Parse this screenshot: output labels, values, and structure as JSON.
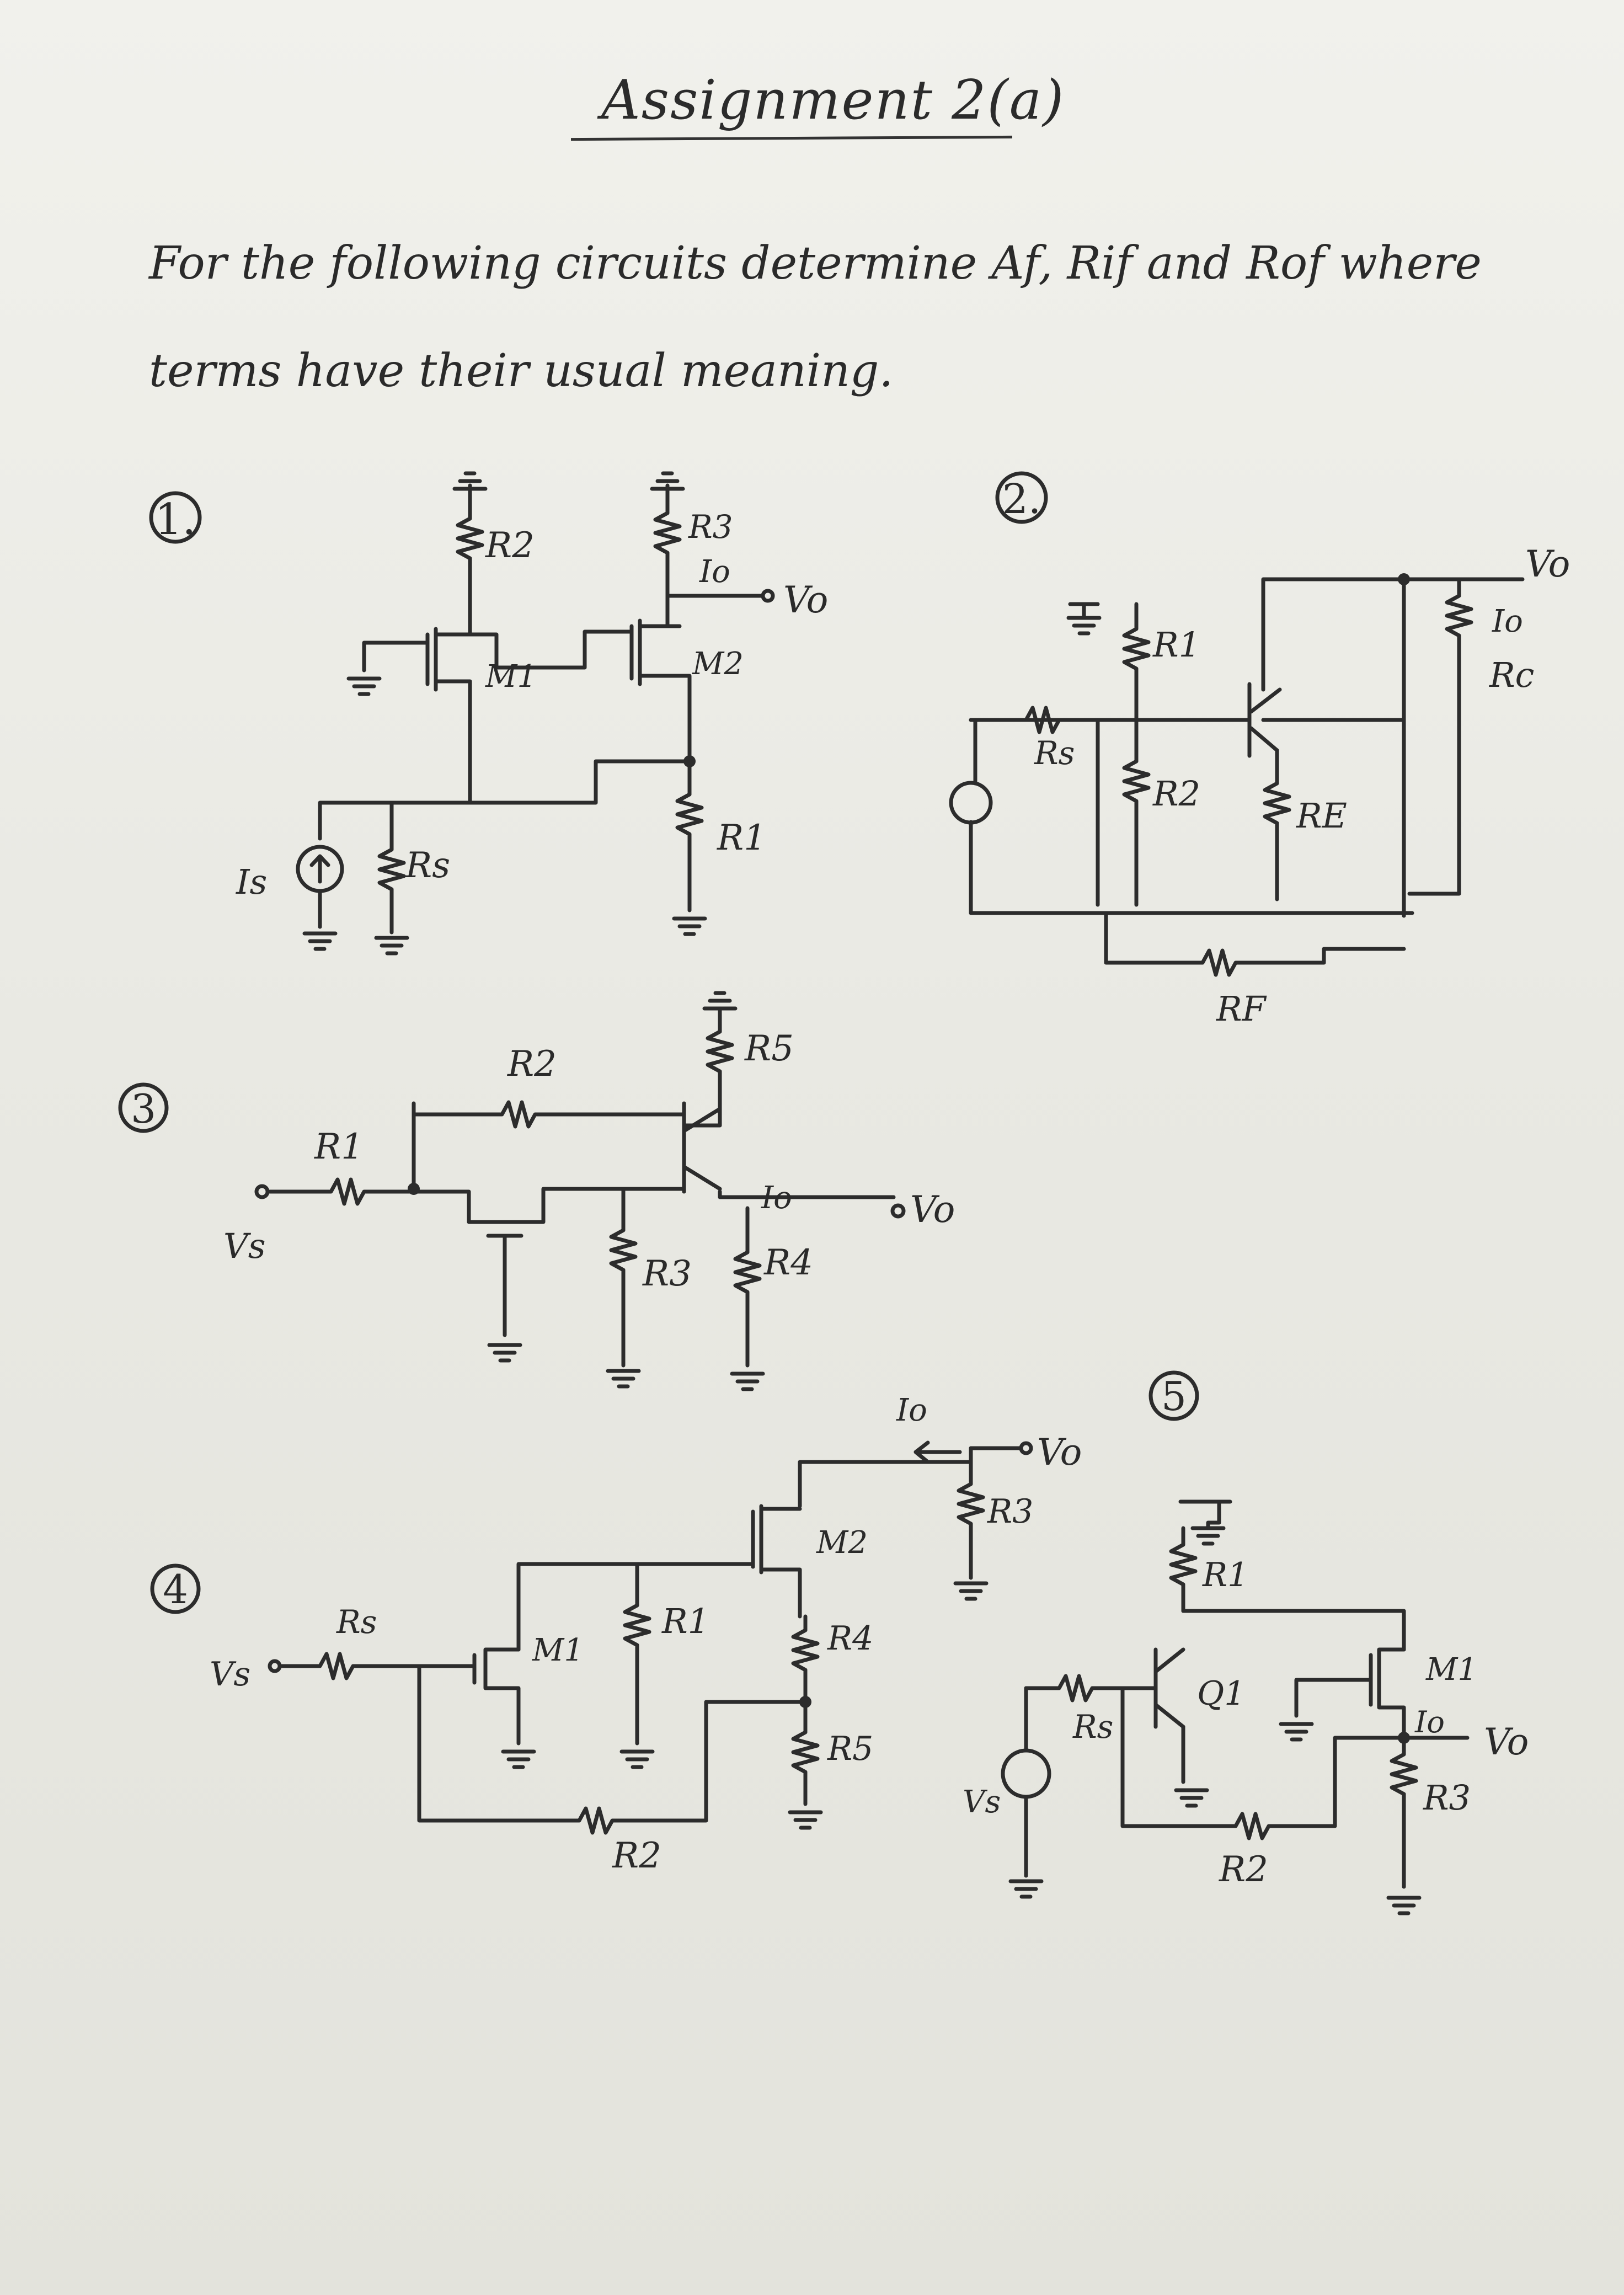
{
  "title": "Assignment 2(a)",
  "instruction": "For the following circuits determine Af, Rif and Rof where terms have their usual meaning.",
  "circuits": [
    {
      "number": "1.",
      "labels": [
        "R2",
        "R3",
        "Io",
        "Vo",
        "M1",
        "M2",
        "R1",
        "Is",
        "Rs"
      ]
    },
    {
      "number": "2.",
      "labels": [
        "Vo",
        "Io",
        "Rc",
        "R1",
        "Rs",
        "R2",
        "RE",
        "RF"
      ]
    },
    {
      "number": "3",
      "labels": [
        "R5",
        "R2",
        "R1",
        "Io",
        "Vo",
        "Vs",
        "R3",
        "R4"
      ]
    },
    {
      "number": "4",
      "labels": [
        "Io",
        "Vo",
        "R3",
        "M2",
        "Rs",
        "R1",
        "R4",
        "Vs",
        "M1",
        "R5",
        "R2"
      ]
    },
    {
      "number": "5",
      "labels": [
        "R1",
        "M1",
        "Rs",
        "Q1",
        "Io",
        "Vo",
        "Vs",
        "R3",
        "R2"
      ]
    }
  ]
}
